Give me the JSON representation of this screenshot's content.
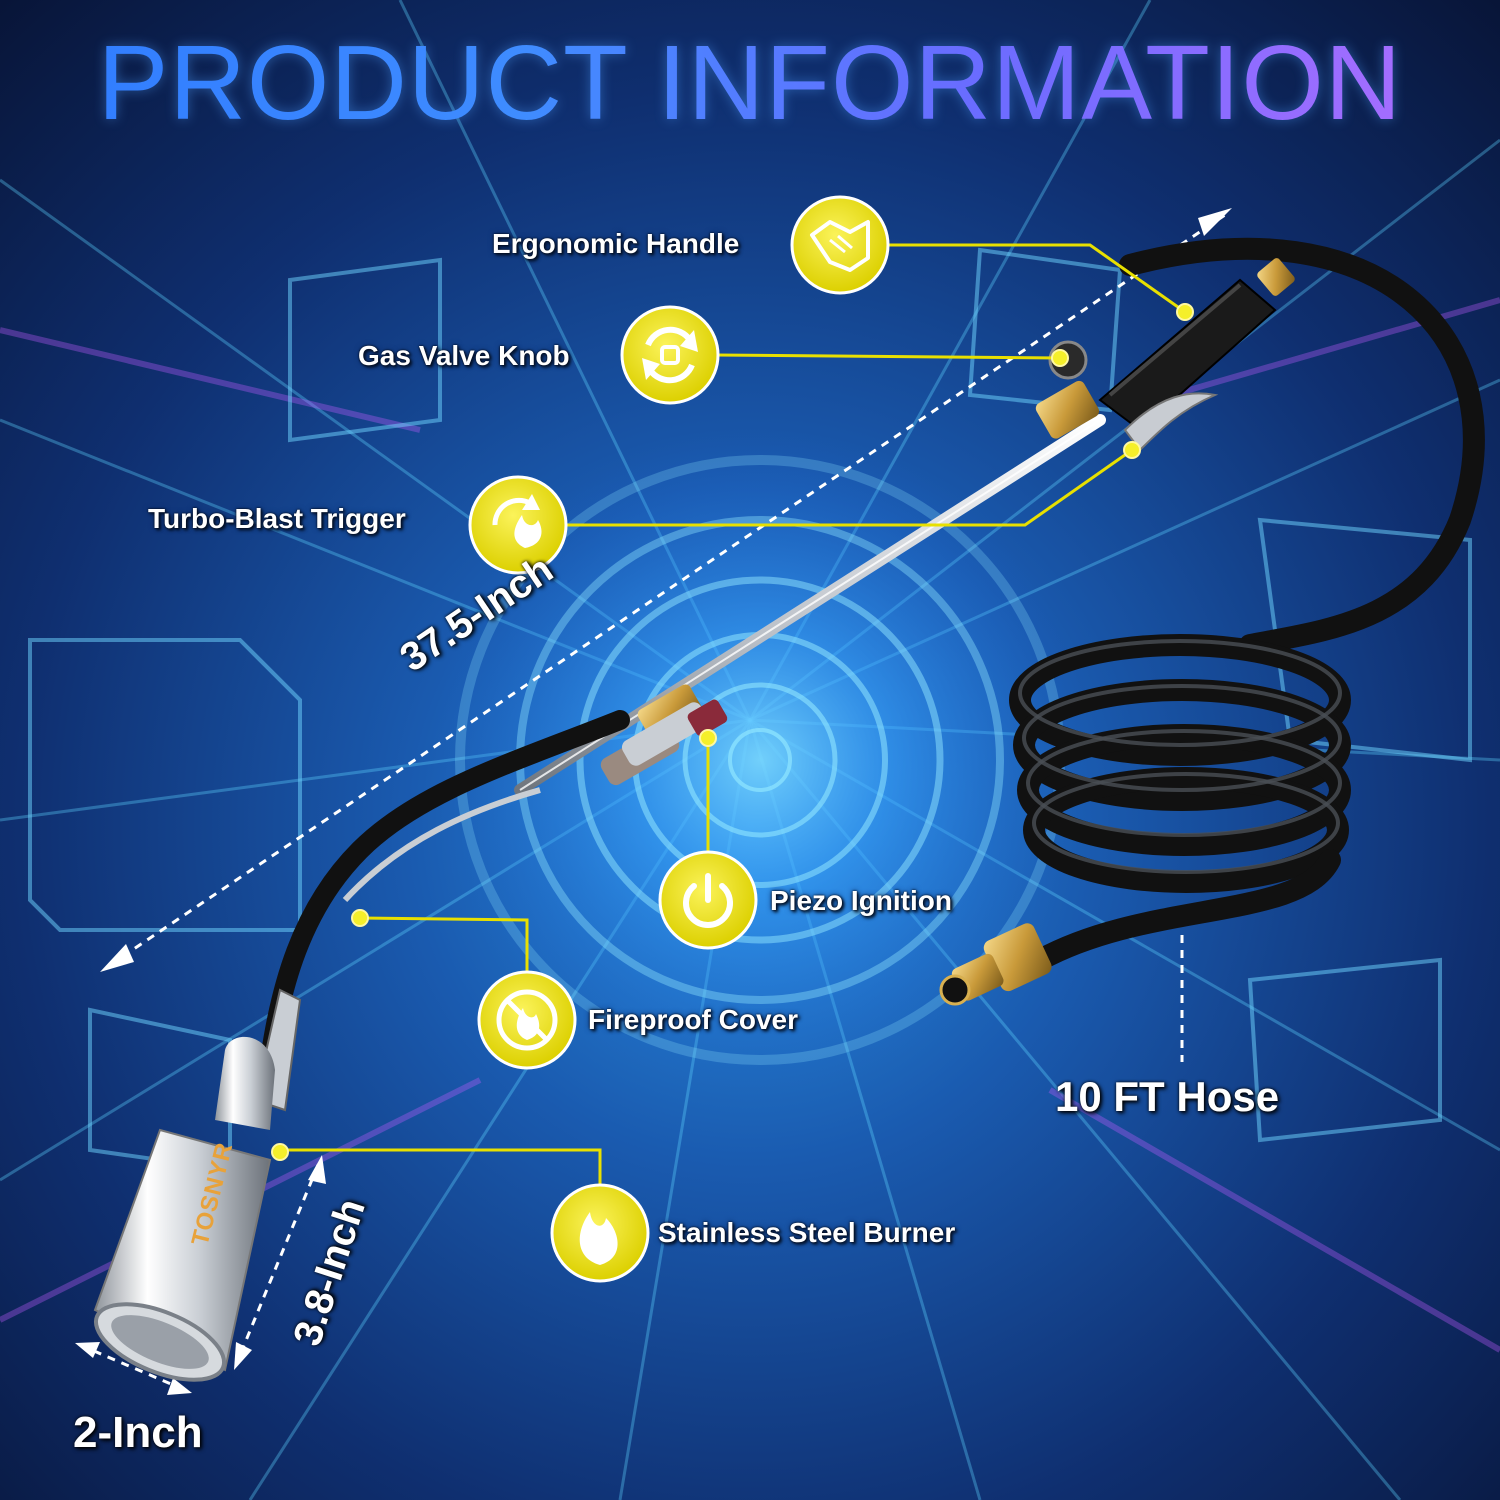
{
  "title": "PRODUCT INFORMATION",
  "colors": {
    "accent_yellow": "#e8e000",
    "title_blue": "#3f8cff",
    "title_purple": "#b26dff",
    "background_dark": "#0a1a3a",
    "neon_cyan": "#3fd0ff"
  },
  "brand": "TOSNYR",
  "features": [
    {
      "label": "Ergonomic Handle",
      "icon": "handshake-icon"
    },
    {
      "label": "Gas Valve Knob",
      "icon": "rotate-arrows-icon"
    },
    {
      "label": "Turbo-Blast Trigger",
      "icon": "flame-refresh-icon"
    },
    {
      "label": "Piezo Ignition",
      "icon": "power-icon"
    },
    {
      "label": "Fireproof Cover",
      "icon": "no-fire-icon"
    },
    {
      "label": "Stainless Steel Burner",
      "icon": "flame-icon"
    }
  ],
  "dimensions": {
    "length": "37.5-Inch",
    "burner_length": "3.8-Inch",
    "burner_diameter": "2-Inch",
    "hose": "10 FT Hose"
  }
}
